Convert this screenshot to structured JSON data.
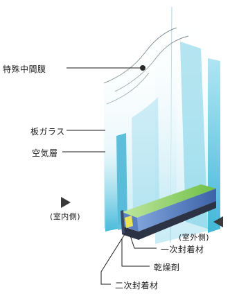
{
  "labels": {
    "special_film": "特殊中間膜",
    "sheet_glass": "板ガラス",
    "air_layer": "空気層",
    "indoor_side": "(室内側)",
    "outdoor_side": "(室外側)",
    "primary_sealant": "一次封着材",
    "desiccant": "乾燥剤",
    "secondary_sealant": "二次封着材"
  },
  "colors": {
    "glass_cyan": "#5cc6e0",
    "glass_light": "#d9f1f8",
    "spacer_green": "#8ccf5a",
    "spacer_blue": "#4a73b8",
    "desiccant_yellow": "#e8e25a",
    "sealant_dark": "#2c3345"
  }
}
